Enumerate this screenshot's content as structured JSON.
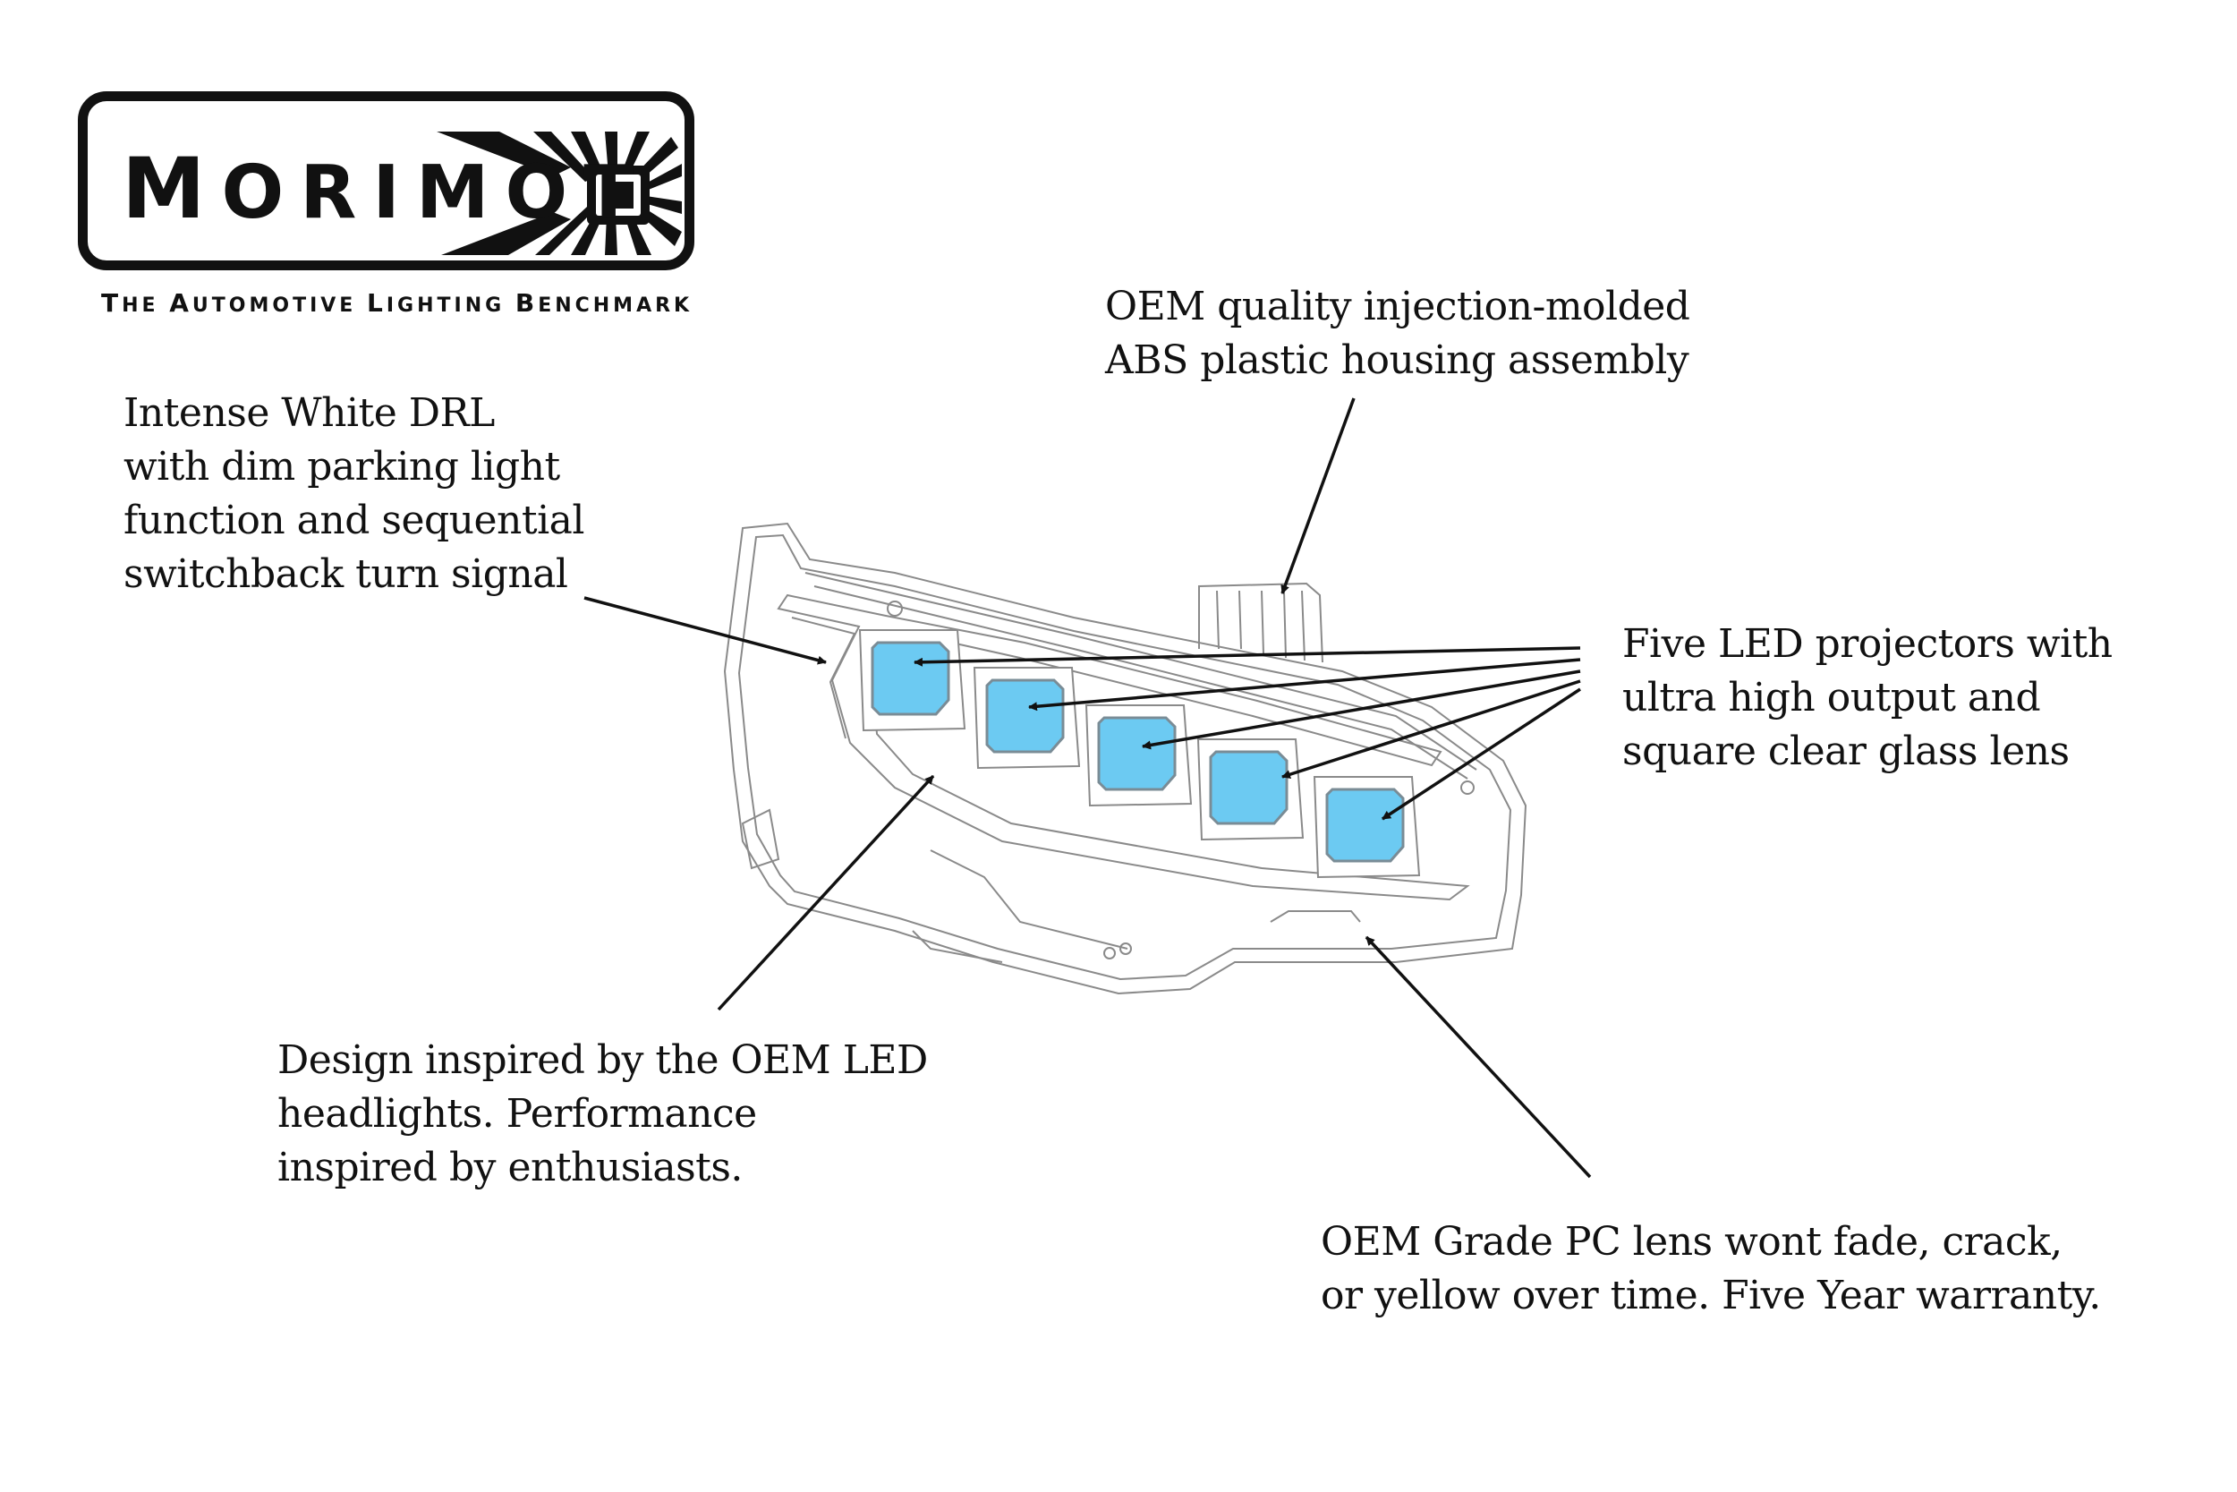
{
  "logo": {
    "brand_first": "M",
    "brand_rest": "ORIMOT",
    "tagline_words": [
      "The",
      "Automotive",
      "Lighting",
      "Benchmark"
    ]
  },
  "callouts": {
    "housing": {
      "lines": [
        "OEM quality injection-molded",
        "ABS plastic housing assembly"
      ]
    },
    "drl": {
      "lines": [
        "Intense White DRL",
        "with dim parking light",
        "function and sequential",
        "switchback turn signal"
      ]
    },
    "projectors": {
      "lines": [
        "Five LED projectors with",
        "ultra high output and",
        "square clear glass lens"
      ]
    },
    "design": {
      "lines": [
        "Design inspired by the OEM LED",
        "headlights. Performance",
        "inspired by enthusiasts."
      ]
    },
    "lens": {
      "lines": [
        "OEM Grade PC lens wont fade, crack,",
        "or yellow over time. Five Year warranty."
      ]
    }
  },
  "projector_count": 5,
  "colors": {
    "lens_blue": "#6ccaf2",
    "lens_edge": "#7a8c96",
    "outline": "#8a8a8a",
    "ink": "#111111"
  }
}
